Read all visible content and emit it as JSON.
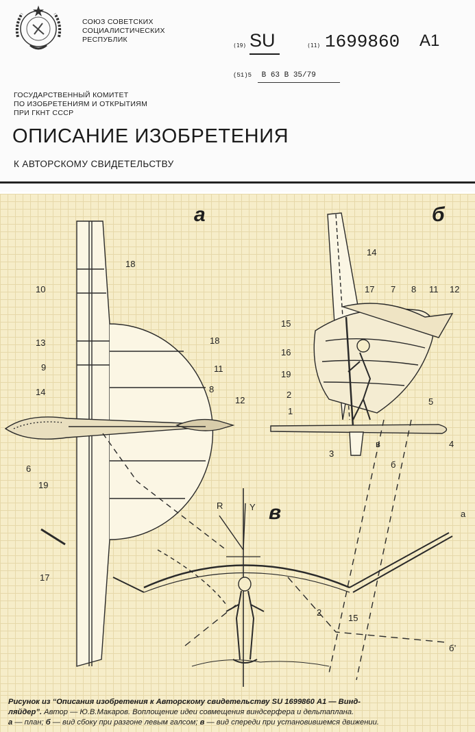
{
  "header": {
    "country_lines": [
      "СОЮЗ СОВЕТСКИХ",
      "СОЦИАЛИСТИЧЕСКИХ",
      "РЕСПУБЛИК"
    ],
    "code_19": "(19)",
    "country_code": "SU",
    "code_11": "(11)",
    "patent_number": "1699860",
    "kind_code": "A1",
    "code_51": "(51)5",
    "ipc": "В 63 В 35/79",
    "committee_lines": [
      "ГОСУДАРСТВЕННЫЙ КОМИТЕТ",
      "ПО ИЗОБРЕТЕНИЯМ И ОТКРЫТИЯМ",
      "ПРИ ГКНТ СССР"
    ],
    "title": "ОПИСАНИЕ ИЗОБРЕТЕНИЯ",
    "subtitle": "К АВТОРСКОМУ СВИДЕТЕЛЬСТВУ"
  },
  "figure": {
    "views": [
      "а",
      "б",
      "в"
    ],
    "labels_a": [
      "18",
      "10",
      "13",
      "9",
      "14",
      "18",
      "11",
      "8",
      "12",
      "6",
      "19",
      "17"
    ],
    "labels_b": [
      "14",
      "17",
      "7",
      "8",
      "11",
      "12",
      "15",
      "16",
      "19",
      "2",
      "1",
      "5",
      "4",
      "3",
      "в",
      "б"
    ],
    "labels_c": [
      "R",
      "Y",
      "а",
      "2",
      "15",
      "б’"
    ]
  },
  "caption": {
    "line1_bold": "Рисунок из “Описания изобретения к Авторскому свидетельству SU 1699860 А1 — Винд-",
    "line2_bold": "ляйдер”.",
    "line2_rest": " Автор — Ю.В.Макаров. Воплощение идеи совмещения виндсерфера и дельтаплана.",
    "line3_a": "а",
    "line3_a_text": " — план; ",
    "line3_b": "б",
    "line3_b_text": " — вид сбоку при разгоне левым галсом; ",
    "line3_c": "в",
    "line3_c_text": " — вид спереди при установившемся движении."
  }
}
